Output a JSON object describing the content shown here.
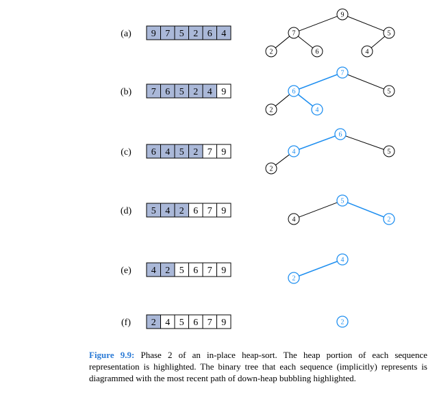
{
  "colors": {
    "highlight": "#1f8ff0",
    "heap_fill": "#aab8d8",
    "normal": "#000000"
  },
  "steps": [
    {
      "label": "(a)",
      "array": [
        "9",
        "7",
        "5",
        "2",
        "6",
        "4"
      ],
      "heap_size": 6,
      "tree": {
        "nodes": [
          {
            "id": "n9",
            "value": "9",
            "highlight": false
          },
          {
            "id": "n7",
            "value": "7",
            "highlight": false
          },
          {
            "id": "n5",
            "value": "5",
            "highlight": false
          },
          {
            "id": "n2",
            "value": "2",
            "highlight": false
          },
          {
            "id": "n6",
            "value": "6",
            "highlight": false
          },
          {
            "id": "n4",
            "value": "4",
            "highlight": false
          }
        ],
        "edges": [
          {
            "from": "n9",
            "to": "n7",
            "highlight": false
          },
          {
            "from": "n9",
            "to": "n5",
            "highlight": false
          },
          {
            "from": "n7",
            "to": "n2",
            "highlight": false
          },
          {
            "from": "n7",
            "to": "n6",
            "highlight": false
          },
          {
            "from": "n5",
            "to": "n4",
            "highlight": false
          }
        ]
      }
    },
    {
      "label": "(b)",
      "array": [
        "7",
        "6",
        "5",
        "2",
        "4",
        "9"
      ],
      "heap_size": 5,
      "tree": {
        "nodes": [
          {
            "id": "n7",
            "value": "7",
            "highlight": true
          },
          {
            "id": "n6",
            "value": "6",
            "highlight": true
          },
          {
            "id": "n5",
            "value": "5",
            "highlight": false
          },
          {
            "id": "n2",
            "value": "2",
            "highlight": false
          },
          {
            "id": "n4",
            "value": "4",
            "highlight": true
          }
        ],
        "edges": [
          {
            "from": "n7",
            "to": "n6",
            "highlight": true
          },
          {
            "from": "n7",
            "to": "n5",
            "highlight": false
          },
          {
            "from": "n6",
            "to": "n2",
            "highlight": false
          },
          {
            "from": "n6",
            "to": "n4",
            "highlight": true
          }
        ]
      }
    },
    {
      "label": "(c)",
      "array": [
        "6",
        "4",
        "5",
        "2",
        "7",
        "9"
      ],
      "heap_size": 4,
      "tree": {
        "nodes": [
          {
            "id": "n6",
            "value": "6",
            "highlight": true
          },
          {
            "id": "n4",
            "value": "4",
            "highlight": true
          },
          {
            "id": "n5",
            "value": "5",
            "highlight": false
          },
          {
            "id": "n2",
            "value": "2",
            "highlight": false
          }
        ],
        "edges": [
          {
            "from": "n6",
            "to": "n4",
            "highlight": true
          },
          {
            "from": "n6",
            "to": "n5",
            "highlight": false
          },
          {
            "from": "n4",
            "to": "n2",
            "highlight": false
          }
        ]
      }
    },
    {
      "label": "(d)",
      "array": [
        "5",
        "4",
        "2",
        "6",
        "7",
        "9"
      ],
      "heap_size": 3,
      "tree": {
        "nodes": [
          {
            "id": "n5",
            "value": "5",
            "highlight": true
          },
          {
            "id": "n4",
            "value": "4",
            "highlight": false
          },
          {
            "id": "n2",
            "value": "2",
            "highlight": true
          }
        ],
        "edges": [
          {
            "from": "n5",
            "to": "n4",
            "highlight": false
          },
          {
            "from": "n5",
            "to": "n2",
            "highlight": true
          }
        ]
      }
    },
    {
      "label": "(e)",
      "array": [
        "4",
        "2",
        "5",
        "6",
        "7",
        "9"
      ],
      "heap_size": 2,
      "tree": {
        "nodes": [
          {
            "id": "n4",
            "value": "4",
            "highlight": true
          },
          {
            "id": "n2",
            "value": "2",
            "highlight": true
          }
        ],
        "edges": [
          {
            "from": "n4",
            "to": "n2",
            "highlight": true
          }
        ]
      }
    },
    {
      "label": "(f)",
      "array": [
        "2",
        "4",
        "5",
        "6",
        "7",
        "9"
      ],
      "heap_size": 1,
      "tree": {
        "nodes": [
          {
            "id": "n2",
            "value": "2",
            "highlight": true
          }
        ],
        "edges": []
      }
    }
  ],
  "caption": {
    "label": "Figure 9.9:",
    "text": " Phase 2 of an in-place heap-sort. The heap portion of each sequence representation is highlighted. The binary tree that each sequence (implicitly) represents is diagrammed with the most recent path of down-heap bubbling highlighted."
  }
}
